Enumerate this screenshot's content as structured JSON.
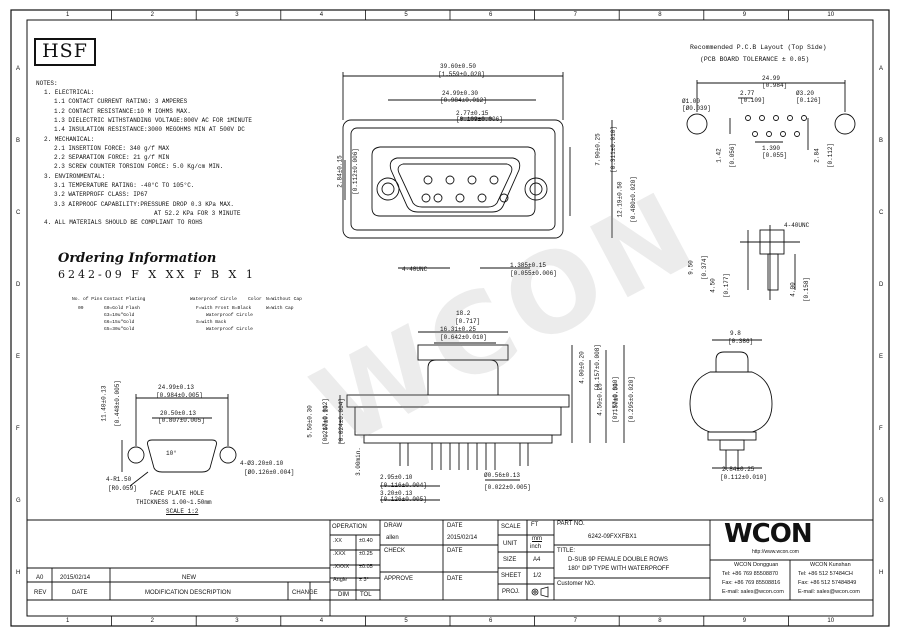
{
  "border": {
    "cols": [
      "1",
      "2",
      "3",
      "4",
      "5",
      "6",
      "7",
      "8",
      "9",
      "10"
    ],
    "rows": [
      "A",
      "B",
      "C",
      "D",
      "E",
      "F",
      "G",
      "H"
    ]
  },
  "logo": "HSF",
  "watermark": "WCON",
  "notes": {
    "title": "NOTES:",
    "lines": [
      "1. ELECTRICAL:",
      "1.1 CONTACT CURRENT RATING: 3 AMPERES",
      "1.2 CONTACT RESISTANCE:10 M IOHMS MAX.",
      "1.3 DIELECTRIC WITHSTANDING VOLTAGE:800V AC FOR 1MINUTE",
      "1.4 INSULATION RESISTANCE:3000 MEGOHMS MIN AT 500V DC",
      "2. MECHANICAL:",
      "2.1 INSERTION FORCE: 340 g/f MAX",
      "2.2 SEPARATION FORCE: 21 g/f MIN",
      "2.3 SCREW COUNTER TORSION FORCE: 5.0 Kg/cm MIN.",
      "3. ENVIRONMENTAL:",
      "3.1 TEMPERATURE RATING: -40°C TO 105°C.",
      "3.2 WATERPROFF CLASS: IP67",
      "3.3 AIRPROOF CAPABILITY:PRESSURE DROP 0.3 KPa MAX.",
      "AT 52.2 KPa FOR 3 MINUTE",
      "4. ALL MATERIALS SHOULD BE COMPLIANT TO ROHS"
    ]
  },
  "ordering": {
    "title": "Ordering Information",
    "code": "6242-09 F X XX F B X 1",
    "legend": [
      "No. of Pins",
      "09",
      "Contact Plating",
      "G0=Gold Flash",
      "G3=10u\"Gold",
      "G6=15u\"Gold",
      "G5=30u\"Gold",
      "Waterproof Circle",
      "F=with Front",
      "Waterproof Circle",
      "S=with Back",
      "Waterproof Circle",
      "Color",
      "B=Black",
      "N=Without Cap",
      "W=With Cap"
    ]
  },
  "pcb": {
    "title": "Recommended P.C.B Layout (Top Side)",
    "tolerance": "(PCB BOARD TOLERANCE ± 0.05)",
    "dims": [
      "24.99",
      "[0.984]",
      "2.77",
      "[0.109]",
      "Ø3.20",
      "[0.126]",
      "Ø1.00",
      "[Ø0.039]",
      "1.42",
      "[0.056]",
      "1.390",
      "[0.055]",
      "2.84",
      "[0.112]"
    ]
  },
  "front": {
    "dims": [
      "39.60±0.50",
      "[1.559±0.020]",
      "24.99±0.30",
      "[0.984±0.012]",
      "2.77±0.15",
      "[0.109±0.006]",
      "2.84±0.15",
      "[0.112±0.006]",
      "7.90±0.25",
      "[0.311±0.010]",
      "12.19±0.50",
      "[0.480±0.020]",
      "4-40UNC",
      "1.385±0.15",
      "[0.055±0.006]"
    ]
  },
  "side": {
    "dims": [
      "18.2",
      "[0.717]",
      "16.31±0.25",
      "[0.642±0.010]",
      "4.00±0.20",
      "[0.157±0.008]",
      "4.50±0.25",
      "[0.177±0.010]",
      "7.50±0.50",
      "[0.295±0.020]",
      "5.50±0.30",
      "[0.217±0.012]",
      "0.60±0.10",
      "[0.024±0.004]",
      "3.00min.",
      "2.95±0.10",
      "[0.116±0.004]",
      "3.20±0.13",
      "[0.126±0.005]",
      "Ø0.56±0.13",
      "[0.022±0.005]"
    ]
  },
  "right": {
    "dims": [
      "4-40UNC",
      "9.50",
      "[0.374]",
      "4.50",
      "[0.177]",
      "4.00",
      "[0.158]",
      "9.8",
      "[0.386]",
      "2.84±0.25",
      "[0.112±0.010]"
    ]
  },
  "panel": {
    "dims": [
      "24.99±0.13",
      "[0.984±0.005]",
      "11.40±0.13",
      "[0.448±0.005]",
      "20.50±0.13",
      "[0.807±0.005]",
      "10°",
      "4-R1.50",
      "[R0.059]",
      "4-Ø3.20±0.10",
      "[Ø0.126±0.004]"
    ],
    "caption1": "FACE PLATE HOLE",
    "caption2": "THICKNESS 1.00~1.50mm",
    "scale": "SCALE 1:2"
  },
  "titleblock": {
    "operation": "OPERATION",
    "tol": [
      [
        ".XX",
        "±0.40"
      ],
      [
        ".XXX",
        "±0.25"
      ],
      [
        ".XXXX",
        "±0.05"
      ],
      [
        "Angle",
        "± 3°"
      ]
    ],
    "dim": "DIM",
    "tolh": "TOL",
    "draw": "DRAW",
    "draw_name": "allen",
    "check": "CHECK",
    "approve": "APPROVE",
    "date": "DATE",
    "date_val": "2015/02/14",
    "scale": "SCALE",
    "scale_val": "FT",
    "unit": "UNIT",
    "unit_val1": "mm",
    "unit_val2": "inch",
    "size": "SIZE",
    "size_val": "A4",
    "sheet": "SHEET",
    "sheet_val": "1/2",
    "proj": "PROJ.",
    "part_no": "PART NO.",
    "part_no_val": "6242-09FXXFBX1",
    "title": "TITLE:",
    "title_val1": "D-SUB 9P FEMALE DOUBLE ROWS",
    "title_val2": "180° DIP TYPE WITH WATERPROFF",
    "customer": "Customer NO.",
    "rev": "REV",
    "rev_date": "DATE",
    "mod": "MODIFICATION DESCRIPTION",
    "change": "CHANGE",
    "rev_val": "A0",
    "rev_date_val": "2015/02/14",
    "mod_val": "NEW",
    "company_logo": "WCON",
    "company_web": "http://www.wcon.com",
    "dg": [
      "WCON Dongguan",
      "Tel: +86 769 85508870",
      "Fax: +86 769 85508816",
      "E-mail: sales@wcon.com"
    ],
    "ks": [
      "WCON Kunshan",
      "Tel: +86 512 57484CH",
      "Fax: +86 512 57484849",
      "E-mail: sales@wcon.com"
    ]
  }
}
